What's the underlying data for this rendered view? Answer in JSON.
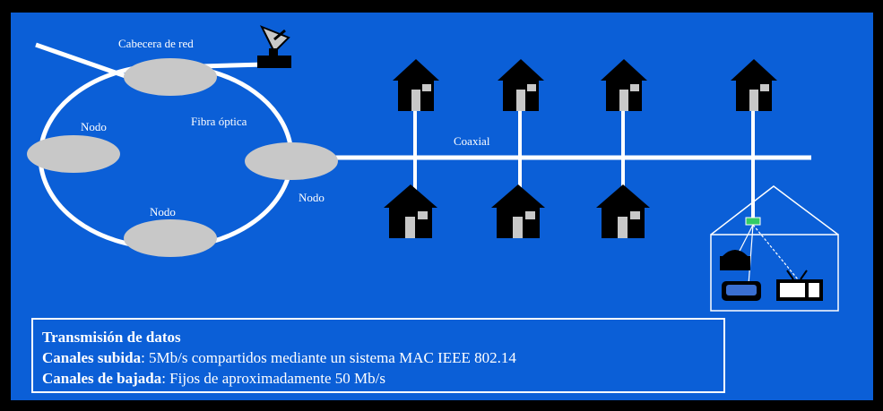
{
  "diagram": {
    "labels": {
      "headend": "Cabecera de red",
      "node_left": "Nodo",
      "node_right": "Nodo",
      "node_bottom": "Nodo",
      "fiber": "Fibra óptica",
      "coax": "Coaxial"
    },
    "colors": {
      "background": "#0b5fd7",
      "frame": "#000000",
      "lines": "#ffffff",
      "node_fill": "#c8c8c8",
      "house": "#000000",
      "house_window": "#c8c8c8",
      "tap": "#33cc66"
    },
    "icons": [
      "satellite-dish-icon",
      "house-icon",
      "telephone-icon",
      "modem-icon",
      "tv-icon"
    ]
  },
  "info": {
    "title": "Transmisión de datos",
    "up_label": "Canales subida",
    "up_text": ": 5Mb/s compartidos mediante un sistema MAC IEEE 802.14",
    "down_label": "Canales de bajada",
    "down_text": ": Fijos de aproximadamente  50 Mb/s"
  }
}
